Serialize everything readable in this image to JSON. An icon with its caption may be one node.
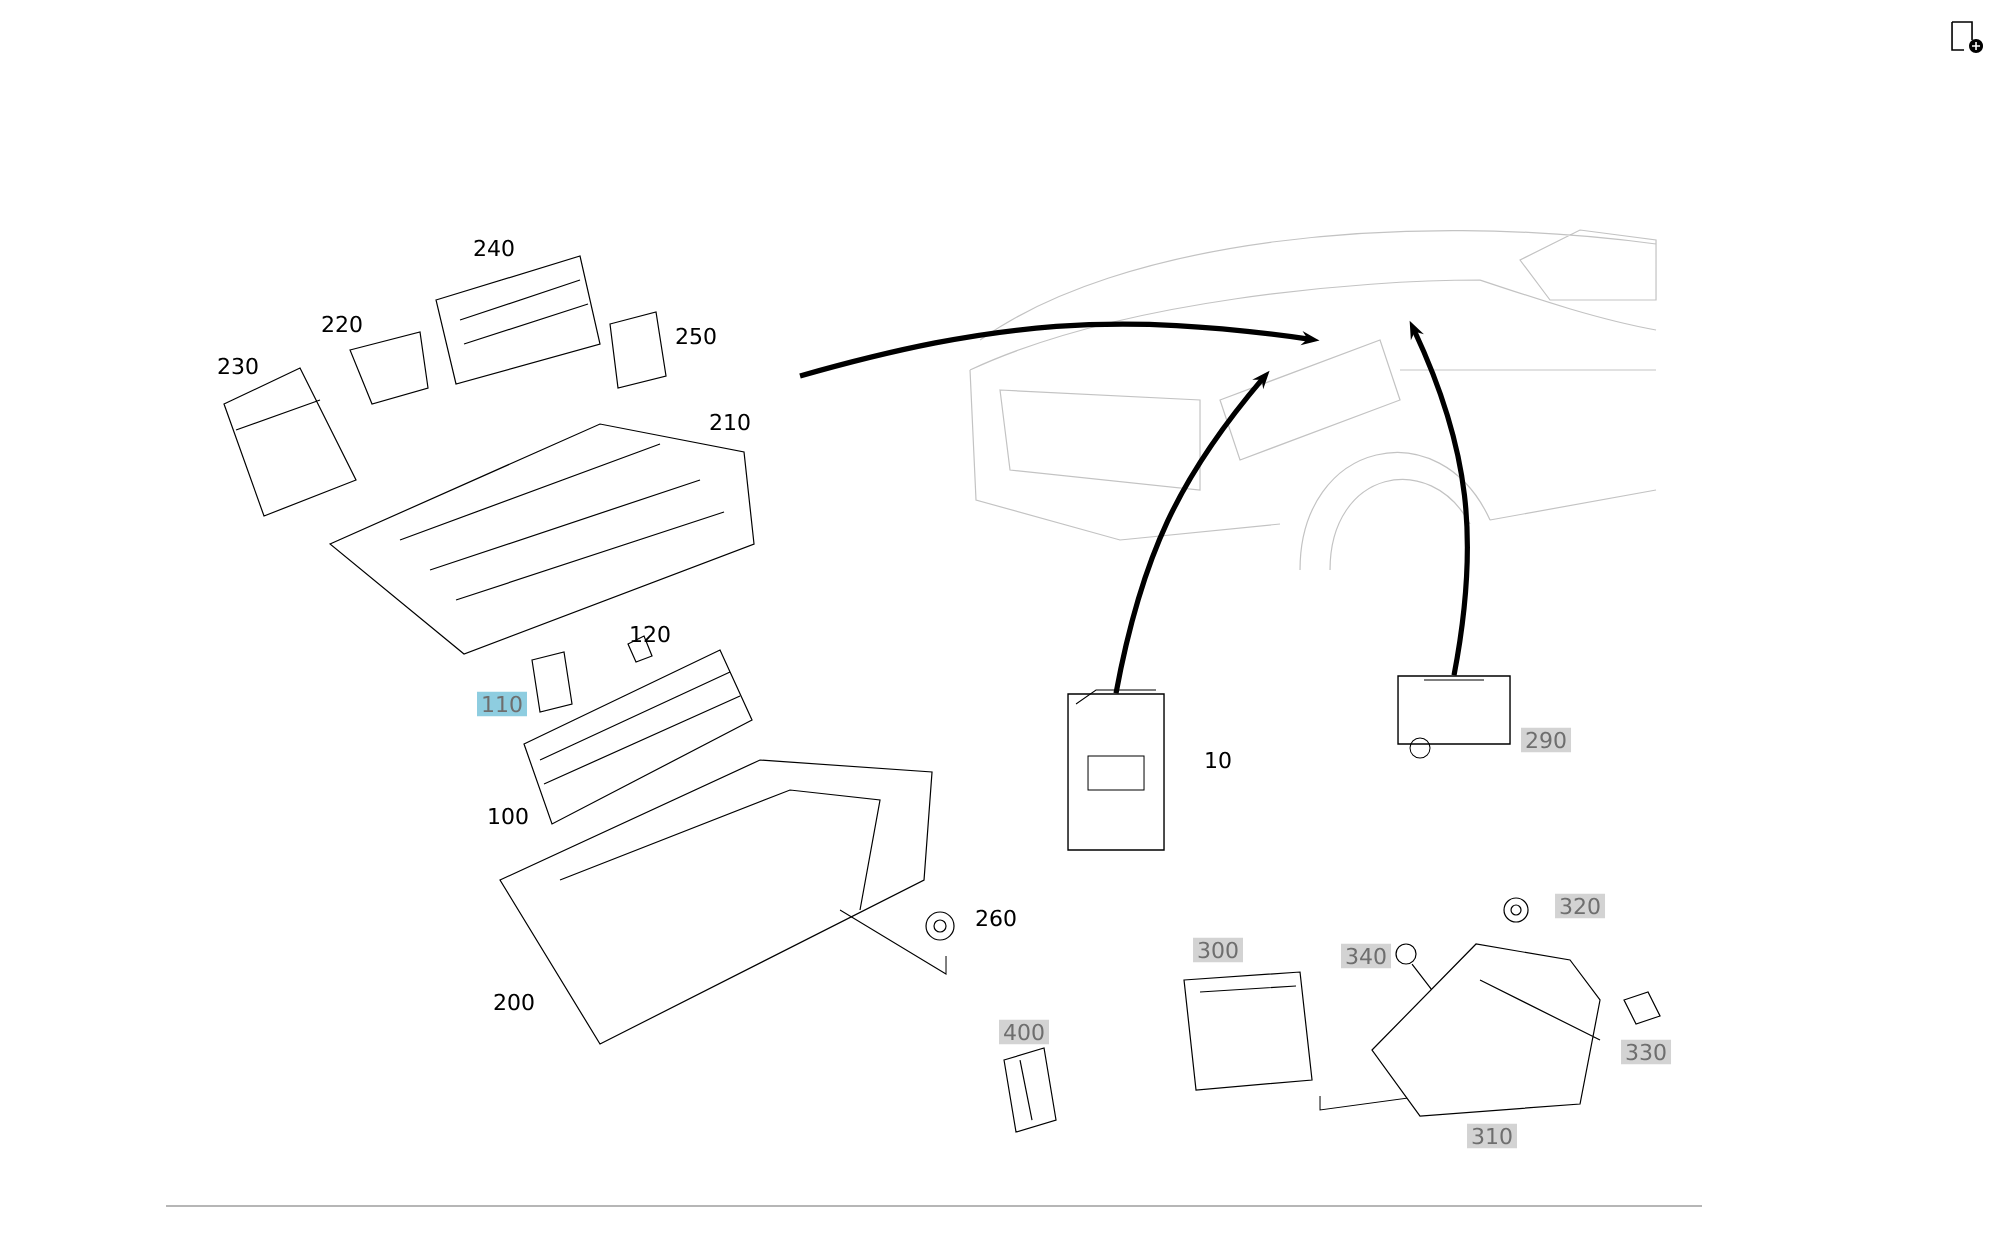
{
  "diagram": {
    "nodes": [
      {
        "text": [],
        "shape": "picture"
      },
      {
        "text": [],
        "shape": "picture",
        "beside": [
          "10"
        ]
      },
      {
        "text": [],
        "shape": "picture",
        "beside": [
          "290"
        ]
      }
    ],
    "edges": [
      {
        "from": null,
        "to": 0,
        "arrow": "to"
      },
      {
        "from": 1,
        "to": 0,
        "arrow": "to"
      },
      {
        "from": 2,
        "to": 0,
        "arrow": "to"
      }
    ],
    "labels": [
      "240",
      "220",
      "250",
      "230",
      "210",
      "120",
      "110",
      "100",
      "260",
      "320",
      "300",
      "340",
      "200",
      "330",
      "400",
      "310"
    ]
  }
}
